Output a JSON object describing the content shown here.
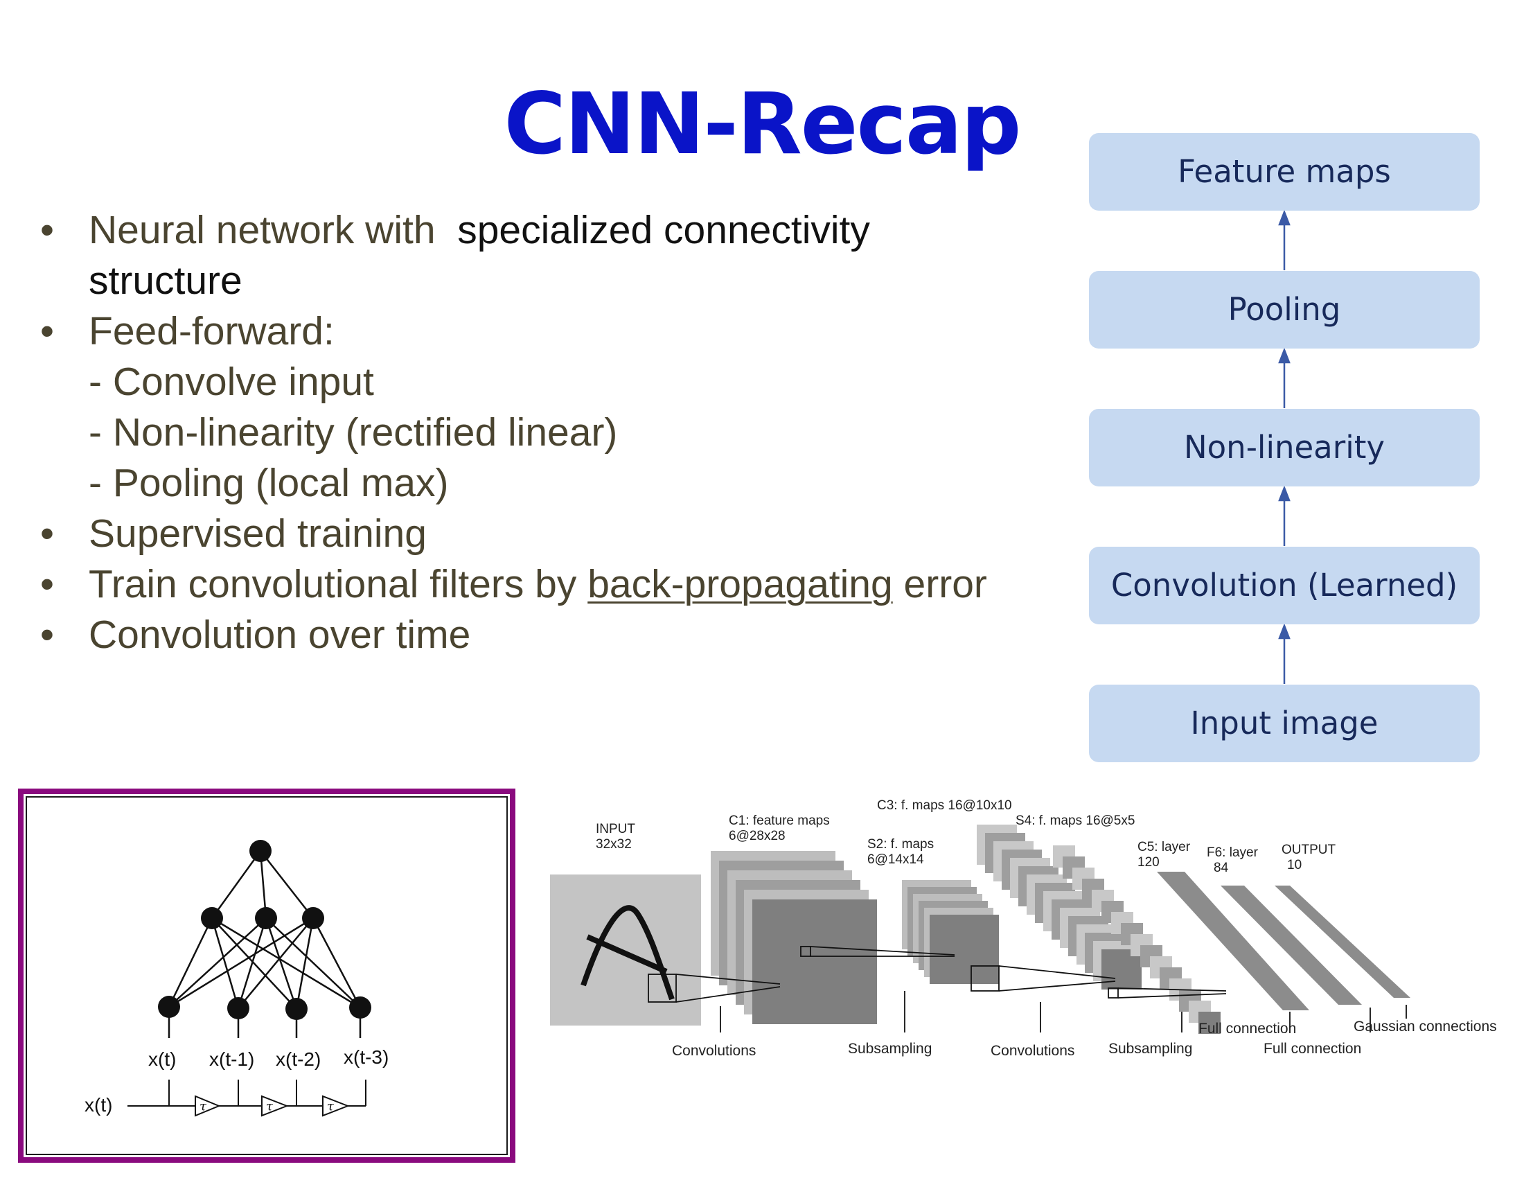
{
  "slide": {
    "title": "CNN-Recap",
    "bullets": {
      "b1_part1": "Neural network with",
      "b1_part2": "specialized connectivity",
      "b1_line2": "structure",
      "b2": "Feed-forward:",
      "b2_sub1": "- Convolve input",
      "b2_sub2": "- Non-linearity (rectified linear)",
      "b2_sub3": "- Pooling (local max)",
      "b3": "Supervised training",
      "b4_part1": "Train convolutional filters by",
      "b4_link": "back-propagating",
      "b4_part2": "error",
      "b5": "Convolution over time"
    },
    "bullet_glyph": "•"
  },
  "pipeline": {
    "boxes": [
      "Feature maps",
      "Pooling",
      "Non-linearity",
      "Convolution (Learned)",
      "Input image"
    ],
    "box_fill": "#c6d9f1",
    "text_color": "#17295a",
    "arrow_color": "#3b5aa6"
  },
  "tdnn_figure": {
    "border_color": "#8a0a7e",
    "input_labels": [
      "x(t)",
      "x(t-1)",
      "x(t-2)",
      "x(t-3)"
    ],
    "line_input": "x(t)",
    "delay_symbol": "τ"
  },
  "lenet_figure": {
    "top_labels": {
      "input": "INPUT",
      "input_size": "32x32",
      "c1": "C1: feature maps",
      "c1_size": "6@28x28",
      "s2": "S2: f. maps",
      "s2_size": "6@14x14",
      "c3": "C3: f. maps 16@10x10",
      "s4": "S4: f. maps 16@5x5",
      "c5": "C5: layer",
      "c5_size": "120",
      "f6": "F6: layer",
      "f6_size": "84",
      "output": "OUTPUT",
      "output_size": "10"
    },
    "bottom_labels": {
      "conv1": "Convolutions",
      "sub1": "Subsampling",
      "conv2": "Convolutions",
      "sub2": "Subsampling",
      "full1": "Full connection",
      "full2": "Full connection",
      "gauss": "Gaussian connections"
    }
  }
}
